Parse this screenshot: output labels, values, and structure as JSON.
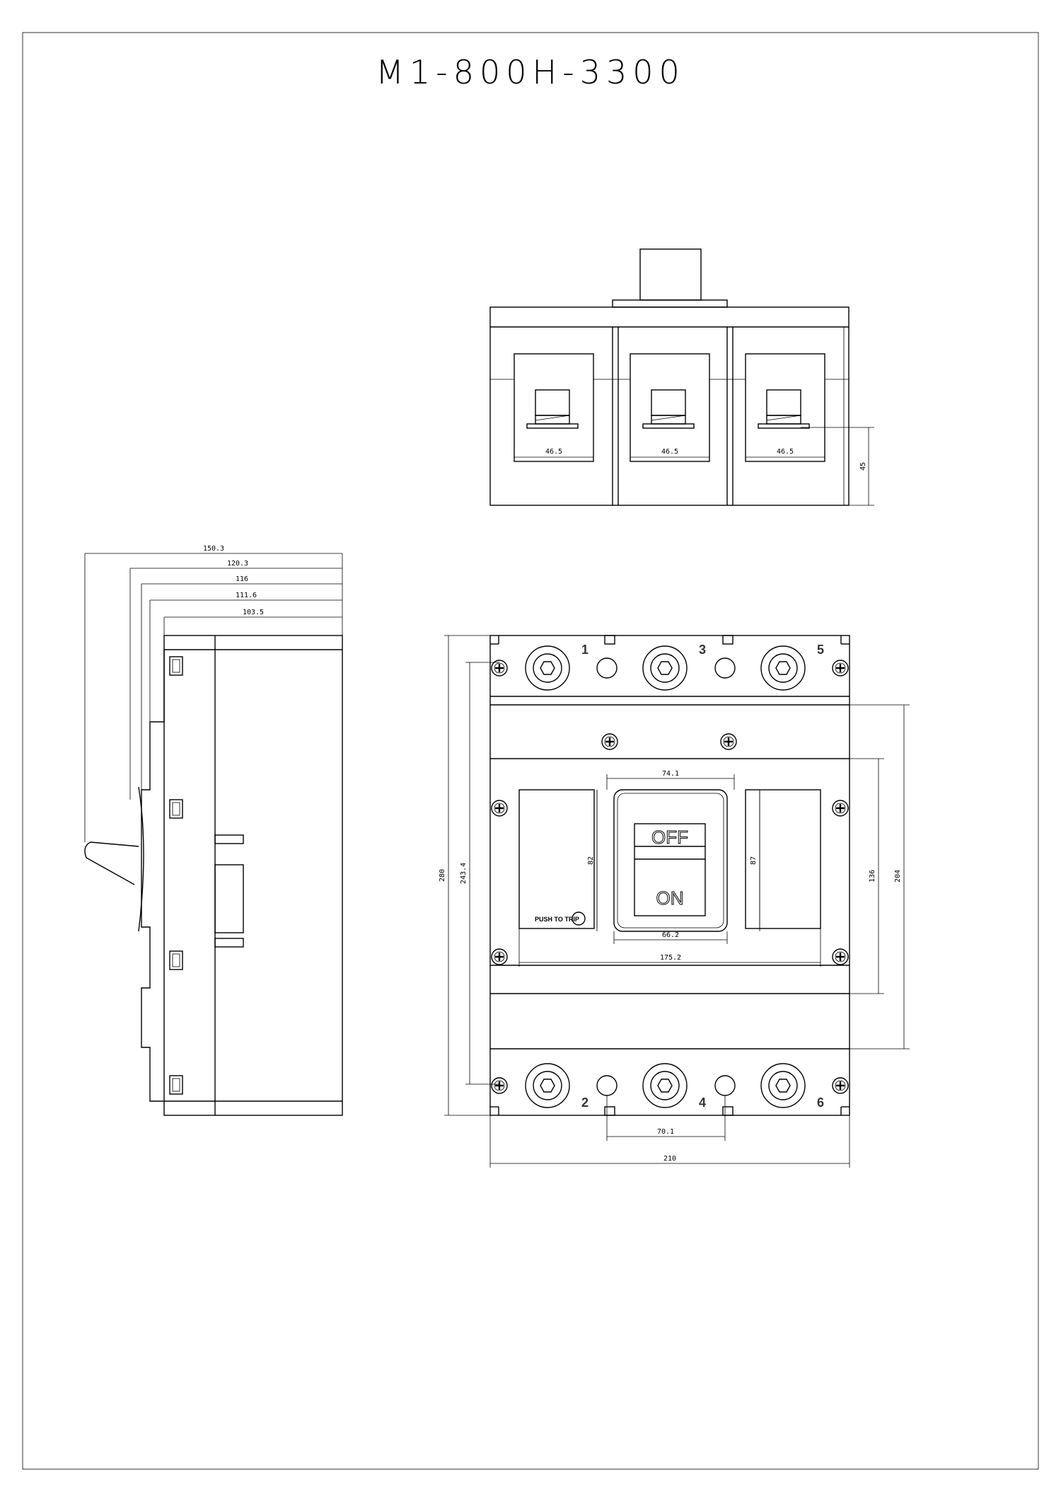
{
  "title": "M1-800H-3300",
  "top_view": {
    "terminal_width": [
      "46.5",
      "46.5",
      "46.5"
    ],
    "terminal_height": "45"
  },
  "side_view": {
    "dims": [
      "150.3",
      "120.3",
      "116",
      "111.6",
      "103.5"
    ]
  },
  "front_view": {
    "terminals_top": [
      "1",
      "3",
      "5"
    ],
    "terminals_bottom": [
      "2",
      "4",
      "6"
    ],
    "button_off": "OFF",
    "button_on": "ON",
    "push_to_trip": "PUSH TO TRIP",
    "dim_74_1": "74.1",
    "dim_66_2": "66.2",
    "dim_175_2": "175.2",
    "dim_82": "82",
    "dim_87": "87",
    "dim_136": "136",
    "dim_204": "204",
    "dim_280": "280",
    "dim_243_4": "243.4",
    "dim_70_1": "70.1",
    "dim_210": "210"
  }
}
